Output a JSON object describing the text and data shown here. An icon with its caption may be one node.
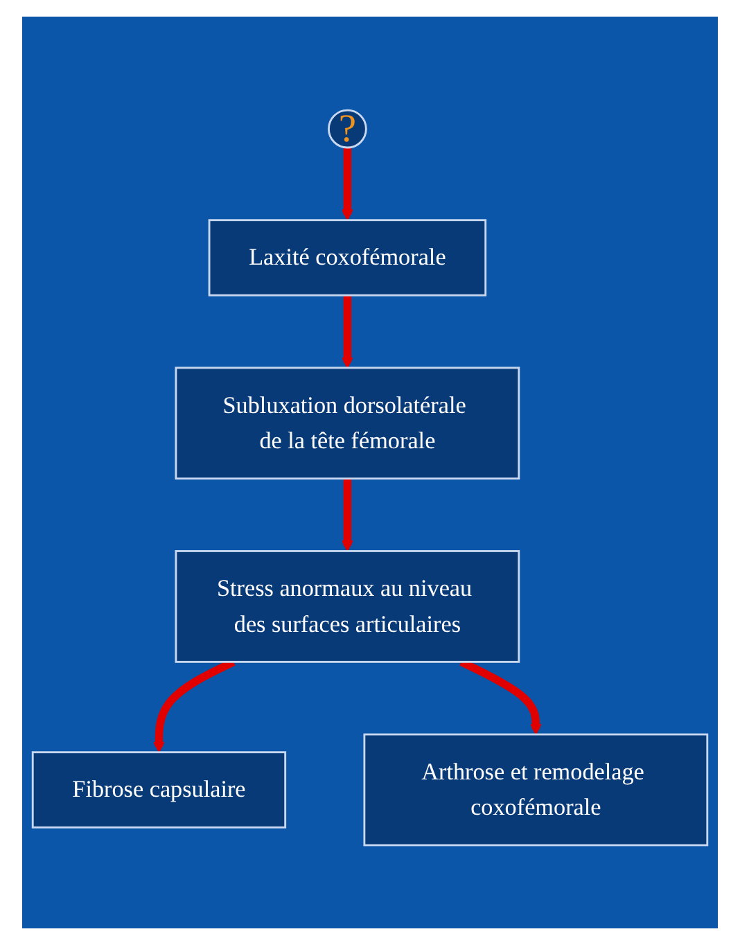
{
  "diagram": {
    "nodes": [
      {
        "text": [
          "?"
        ]
      },
      {
        "text": [
          "Laxité coxofémorale"
        ]
      },
      {
        "text": [
          "Subluxation dorsolatérale de la tête fémorale"
        ]
      },
      {
        "text": [
          "Stress anormaux au niveau des surfaces articulaires"
        ]
      },
      {
        "text": [
          "Fibrose capsulaire"
        ]
      },
      {
        "text": [
          "Arthrose et remodelage coxofémorale"
        ]
      }
    ],
    "edges": [
      {
        "from": 0,
        "to": 1,
        "arrow": "to"
      },
      {
        "from": 1,
        "to": 2,
        "arrow": "to"
      },
      {
        "from": 2,
        "to": 3,
        "arrow": "to"
      },
      {
        "from": 3,
        "to": 4,
        "arrow": "to"
      },
      {
        "from": 3,
        "to": 5,
        "arrow": "to"
      }
    ]
  }
}
